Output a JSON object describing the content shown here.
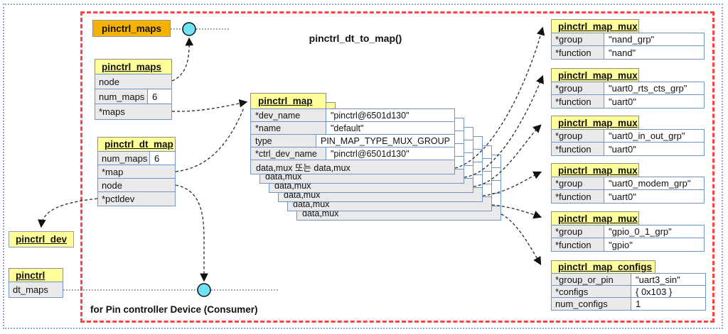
{
  "title": "pinctrl_dt_to_map()",
  "caption": "for Pin controller Device (Consumer)",
  "colors": {
    "yellow": "#FFFF99",
    "orange": "#F5B201",
    "gray_cell": "#EAEAEA",
    "border_blue": "#7096C8",
    "frame_red": "#FF4242",
    "frame_blue": "#8FA7D9",
    "circle_cyan": "#6FE3F6"
  },
  "orange_box": {
    "label": "pinctrl_maps"
  },
  "maps_table": {
    "title": "pinctrl_maps",
    "rows": [
      {
        "label": "node"
      },
      {
        "label": "num_maps",
        "value": "6"
      },
      {
        "label": "*maps"
      }
    ]
  },
  "dt_map_table": {
    "title": "pinctrl_dt_map",
    "rows": [
      {
        "label": "num_maps",
        "value": "6"
      },
      {
        "label": "*map"
      },
      {
        "label": "node"
      },
      {
        "label": "*pctldev"
      }
    ]
  },
  "pinctrl_dev_box": {
    "label": "pinctrl_dev"
  },
  "pinctrl_table": {
    "title": "pinctrl",
    "rows": [
      {
        "label": "dt_maps"
      }
    ]
  },
  "map_stack": {
    "title": "pinctrl_map",
    "rows": [
      {
        "label": "*dev_name",
        "value": "\"pinctrl@6501d130\""
      },
      {
        "label": "*name",
        "value": "\"default\""
      },
      {
        "label": "type",
        "value": "PIN_MAP_TYPE_MUX_GROUP"
      },
      {
        "label": "*ctrl_dev_name",
        "value": "\"pinctrl@6501d130\""
      }
    ],
    "union_row": "data,mux 또는 data,mux",
    "shadow_row": "data,mux",
    "shadow_count": 5
  },
  "mux_tables": [
    {
      "title": "pinctrl_map_mux",
      "rows": [
        {
          "label": "*group",
          "value": "\"nand_grp\""
        },
        {
          "label": "*function",
          "value": "\"nand\""
        }
      ]
    },
    {
      "title": "pinctrl_map_mux",
      "rows": [
        {
          "label": "*group",
          "value": "\"uart0_rts_cts_grp\""
        },
        {
          "label": "*function",
          "value": "\"uart0\""
        }
      ]
    },
    {
      "title": "pinctrl_map_mux",
      "rows": [
        {
          "label": "*group",
          "value": "\"uart0_in_out_grp\""
        },
        {
          "label": "*function",
          "value": "\"uart0\""
        }
      ]
    },
    {
      "title": "pinctrl_map_mux",
      "rows": [
        {
          "label": "*group",
          "value": "\"uart0_modem_grp\""
        },
        {
          "label": "*function",
          "value": "\"uart0\""
        }
      ]
    },
    {
      "title": "pinctrl_map_mux",
      "rows": [
        {
          "label": "*group",
          "value": "\"gpio_0_1_grp\""
        },
        {
          "label": "*function",
          "value": "\"gpio\""
        }
      ]
    }
  ],
  "configs_table": {
    "title": "pinctrl_map_configs",
    "rows": [
      {
        "label": "*group_or_pin",
        "value": "\"uart3_sin\""
      },
      {
        "label": "*configs",
        "value": "{ 0x103 }"
      },
      {
        "label": "num_configs",
        "value": "1"
      }
    ]
  }
}
